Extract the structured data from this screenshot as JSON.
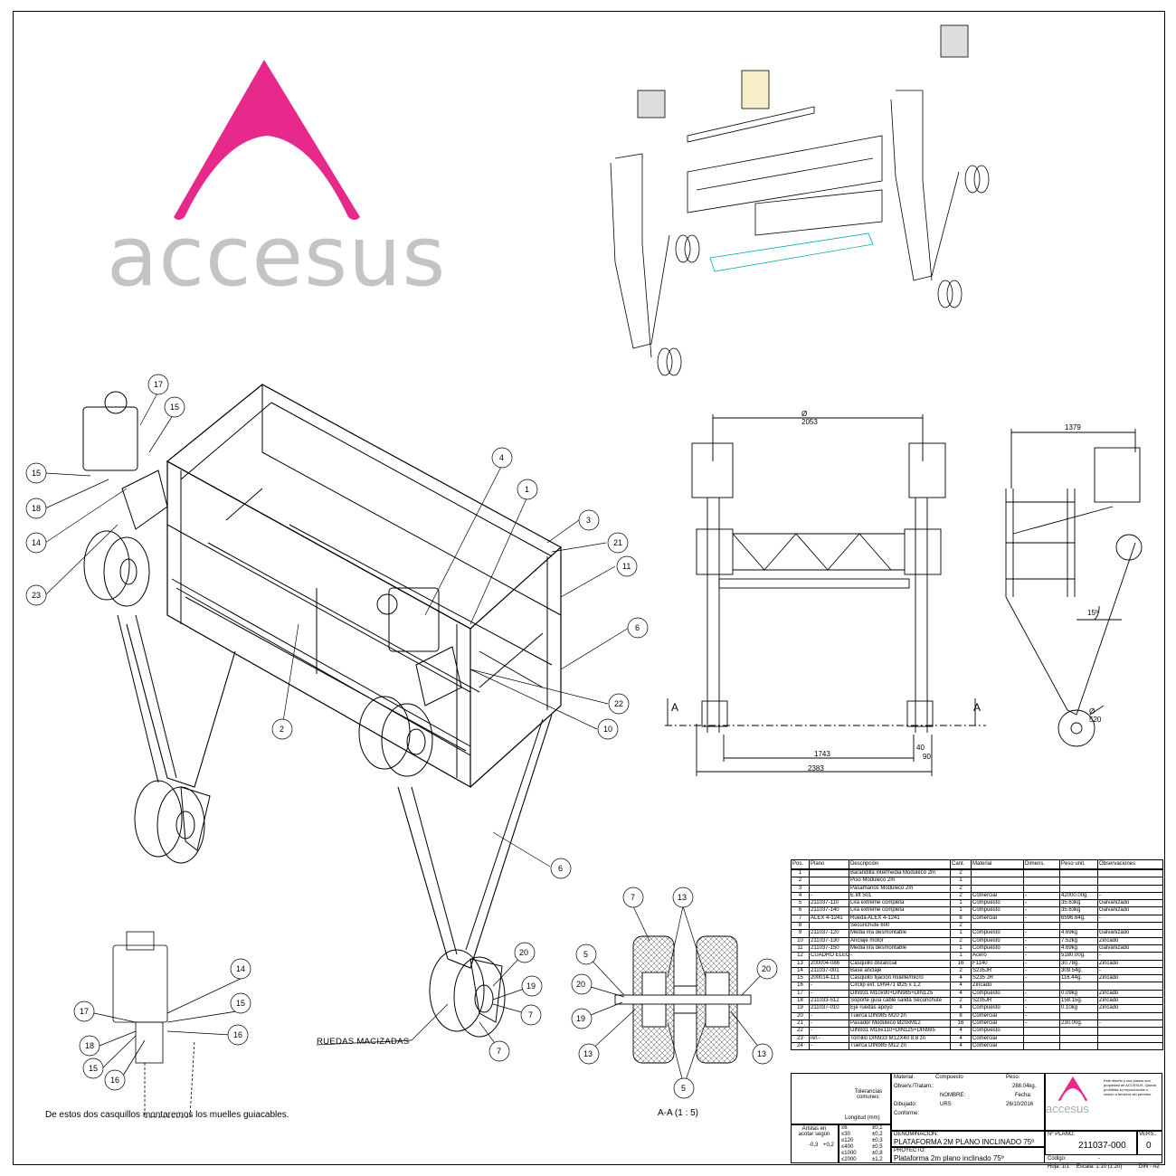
{
  "brand": {
    "name": "accesus",
    "color": "#e6298a"
  },
  "callouts_iso": [
    "17",
    "15",
    "15",
    "18",
    "14",
    "23",
    "4",
    "1",
    "3",
    "21",
    "11",
    "6",
    "22",
    "10",
    "2",
    "6"
  ],
  "callouts_detail": [
    "14",
    "15",
    "17",
    "18",
    "16",
    "15",
    "16"
  ],
  "callouts_section": [
    "7",
    "13",
    "5",
    "20",
    "19",
    "13",
    "20",
    "13",
    "5"
  ],
  "callouts_wheel": [
    "20",
    "19",
    "7",
    "7"
  ],
  "labels": {
    "ruedas": "RUEDAS MACIZADAS",
    "note": "De estos dos casquillos montaremos los muelles guiacables.",
    "section": "A-A (1 : 5)",
    "sec_A": "A"
  },
  "dims": {
    "front_top": "Ø 2053",
    "front_bottom1": "1743",
    "front_bottom2": "2383",
    "front_small": "40",
    "front_small2": "90",
    "side_top": "1379",
    "side_angle": "15º",
    "side_wheel": "Ø 520"
  },
  "bom": {
    "headers": [
      "Pos.",
      "Plano",
      "Descripción",
      "Cant.",
      "Material",
      "Dimens.",
      "Peso unit.",
      "Observaciones"
    ],
    "rows": [
      [
        "",
        "",
        "",
        "",
        "",
        "",
        "",
        ""
      ],
      [
        "1",
        "",
        "Barandilla intermedia Moduleco 2m",
        "2",
        "",
        "",
        "",
        ""
      ],
      [
        "2",
        "",
        "Piso Moduleco 2m",
        "1",
        "",
        "",
        "",
        ""
      ],
      [
        "3",
        "",
        "Pasamanos Moduleco 2m",
        "2",
        "",
        "",
        "",
        ""
      ],
      [
        "4",
        "-",
        "E.lift 501",
        "2",
        "Comercial",
        "-",
        "42000.00g.",
        "-"
      ],
      [
        "5",
        "211037-110",
        "Lira extreme completa",
        "1",
        "Compuesto",
        "-",
        "35.63kg",
        "Galvanizado"
      ],
      [
        "6",
        "211037-140",
        "Lira extreme completa",
        "1",
        "Compuesto",
        "-",
        "35.63kg",
        "Galvanizado"
      ],
      [
        "7",
        "ALEX 4-1241",
        "Rueda ALEX 4-1241",
        "8",
        "Comercial",
        "-",
        "6596.64g.",
        "-"
      ],
      [
        "8",
        "",
        "Securichute 600",
        "2",
        "",
        "",
        "",
        ""
      ],
      [
        "9",
        "211037-120",
        "Media lira desmontable",
        "1",
        "Compuesto",
        "-",
        "4.69kg",
        "Galvanizado"
      ],
      [
        "10",
        "211037-130",
        "Anclaje motor",
        "2",
        "Compuesto",
        "-",
        "7.52kg",
        "Zincado"
      ],
      [
        "11",
        "211037-150",
        "Media lira desmontable",
        "1",
        "Compuesto",
        "-",
        "4.69kg",
        "Galvanizado"
      ],
      [
        "12",
        "CUADRO ELEC",
        "-",
        "1",
        "Acero",
        "-",
        "5180.00g.",
        "-"
      ],
      [
        "13",
        "200004-086",
        "Casquillo distancial",
        "16",
        "F1140",
        "-",
        "30.78g.",
        "Zincado"
      ],
      [
        "14",
        "211037-001",
        "Base anclaje",
        "2",
        "S235JR",
        "-",
        "309.54g.",
        "-"
      ],
      [
        "15",
        "200014-113",
        "Casquillo fijación muelle/micro",
        "4",
        "S235 JR",
        "-",
        "116.44g.",
        "Zincado"
      ],
      [
        "16",
        "-",
        "Circlip ext. DIN471 Ø25 x 1,2",
        "4",
        "Zincado",
        "",
        "",
        ""
      ],
      [
        "17",
        "-",
        "DIN931 M10x90+DIN985+DIN125",
        "4",
        "Compuesto",
        "-",
        "0.09kg",
        "Zincado"
      ],
      [
        "18",
        "211033-512",
        "Soporte guía cable salida Securichute",
        "2",
        "S235JR",
        "-",
        "158.15g.",
        "Zincado"
      ],
      [
        "19",
        "211037-010",
        "Eje ruedas apoyo",
        "4",
        "Compuesto",
        "-",
        "0.10kg",
        "Zincado"
      ],
      [
        "20",
        "-",
        "Tuerca DIN985 M20 zn",
        "8",
        "Comercial",
        "-",
        "",
        ""
      ],
      [
        "21",
        "-",
        "Pasador Moduleco Ø20xM12",
        "16",
        "Comercial",
        "-",
        "230.00g.",
        "-"
      ],
      [
        "22",
        "-",
        "DIN931 M16x110+DIN125+DIN985",
        "4",
        "Compuesto",
        "",
        "",
        ""
      ],
      [
        "23",
        "ref.-",
        "Tornillo DIN933 M12X40 8.8 zn",
        "4",
        "Comercial",
        "",
        "",
        ""
      ],
      [
        "24",
        "-",
        "Tuerca DIN985 M12 zn",
        "4",
        "Comercial",
        "",
        "",
        ""
      ]
    ]
  },
  "titleblock": {
    "material_label": "Material:",
    "material": "Compuesto",
    "peso_label": "Peso:",
    "peso": "288.04kg.",
    "observ": "Observ./Tratam.:",
    "nombre": "NOMBRE:",
    "fecha": "Fecha:",
    "dibujado": "Dibujado:",
    "dibujado_val": "URS",
    "fecha_val": "26/10/2016",
    "conforme": "Conforme:",
    "tolerancias": "Tolerancias comunes:",
    "longitud": "Longitud (mm)",
    "aristas": "Aristas en acotar según",
    "denominacion_label": "DENOMINACIÓN:",
    "denominacion": "PLATAFORMA 2M PLANO INCLINADO 75º",
    "proyecto_label": "PROYECTO:",
    "proyecto": "Plataforma 2m plano inclinado 75º",
    "nplano_label": "Nº PLANO:",
    "nplano": "211037-000",
    "vers_label": "VERS.:",
    "vers": "0",
    "codigo_label": "Código:",
    "codigo": "-",
    "hoja": "Hoja: 1/1",
    "escala": "Escala: 1:10 (1:20)",
    "formato": "DIN - A2",
    "tol_rows": [
      "±0,1",
      "±0,2",
      "±0,3",
      "±0,5",
      "±0,8",
      "±1,2"
    ],
    "tol_ranges": [
      "≤6",
      "≤30",
      "≤120",
      "≤400",
      "≤1000",
      "≤2000"
    ],
    "tol_edge": [
      "-0,3",
      "+0,2"
    ],
    "legal": "Este diseño y sus planos son propiedad de ACCESUS. Queda prohibida su reproducción o cesión a terceros sin permiso."
  }
}
